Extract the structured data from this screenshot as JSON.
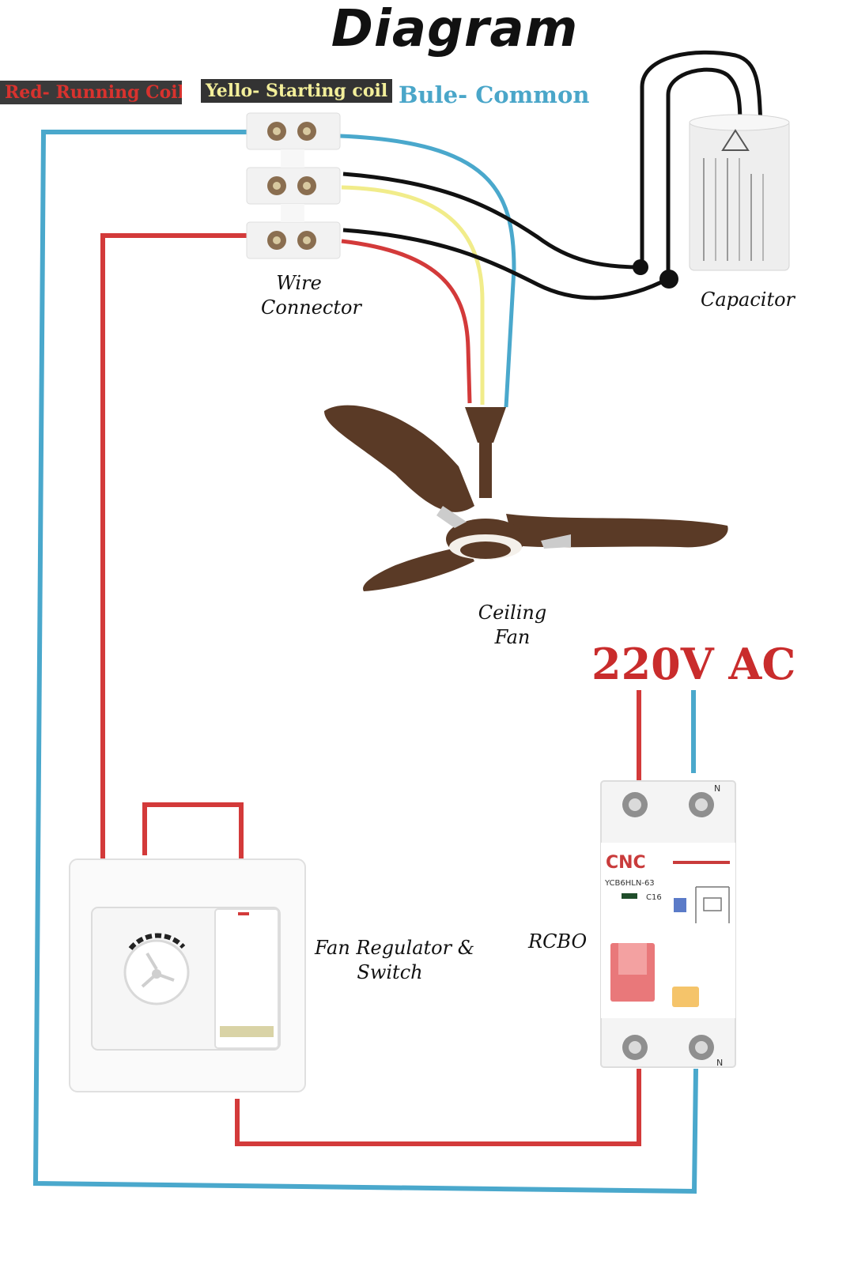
{
  "title": "Diagram",
  "legend": {
    "red": "Red- Running Coil",
    "yellow": "Yello- Starting coil",
    "blue": "Bule- Common"
  },
  "labels": {
    "wire_connector_l1": "Wire",
    "wire_connector_l2": "Connector",
    "capacitor": "Capacitor",
    "ceiling_fan_l1": "Ceiling",
    "ceiling_fan_l2": "Fan",
    "supply": "220V AC",
    "regulator_l1": "Fan Regulator &",
    "regulator_l2": "Switch",
    "rcbo": "RCBO"
  },
  "rcbo": {
    "brand": "CNC",
    "model": "YCB6HLN-63",
    "rating": "C16",
    "neutral_mark": "N"
  },
  "colors": {
    "running_coil": "#d33a3a",
    "starting_coil": "#f1ec8a",
    "common": "#4aa8cc",
    "capacitor_lead": "#111111",
    "fan_body": "#5a3a26"
  }
}
